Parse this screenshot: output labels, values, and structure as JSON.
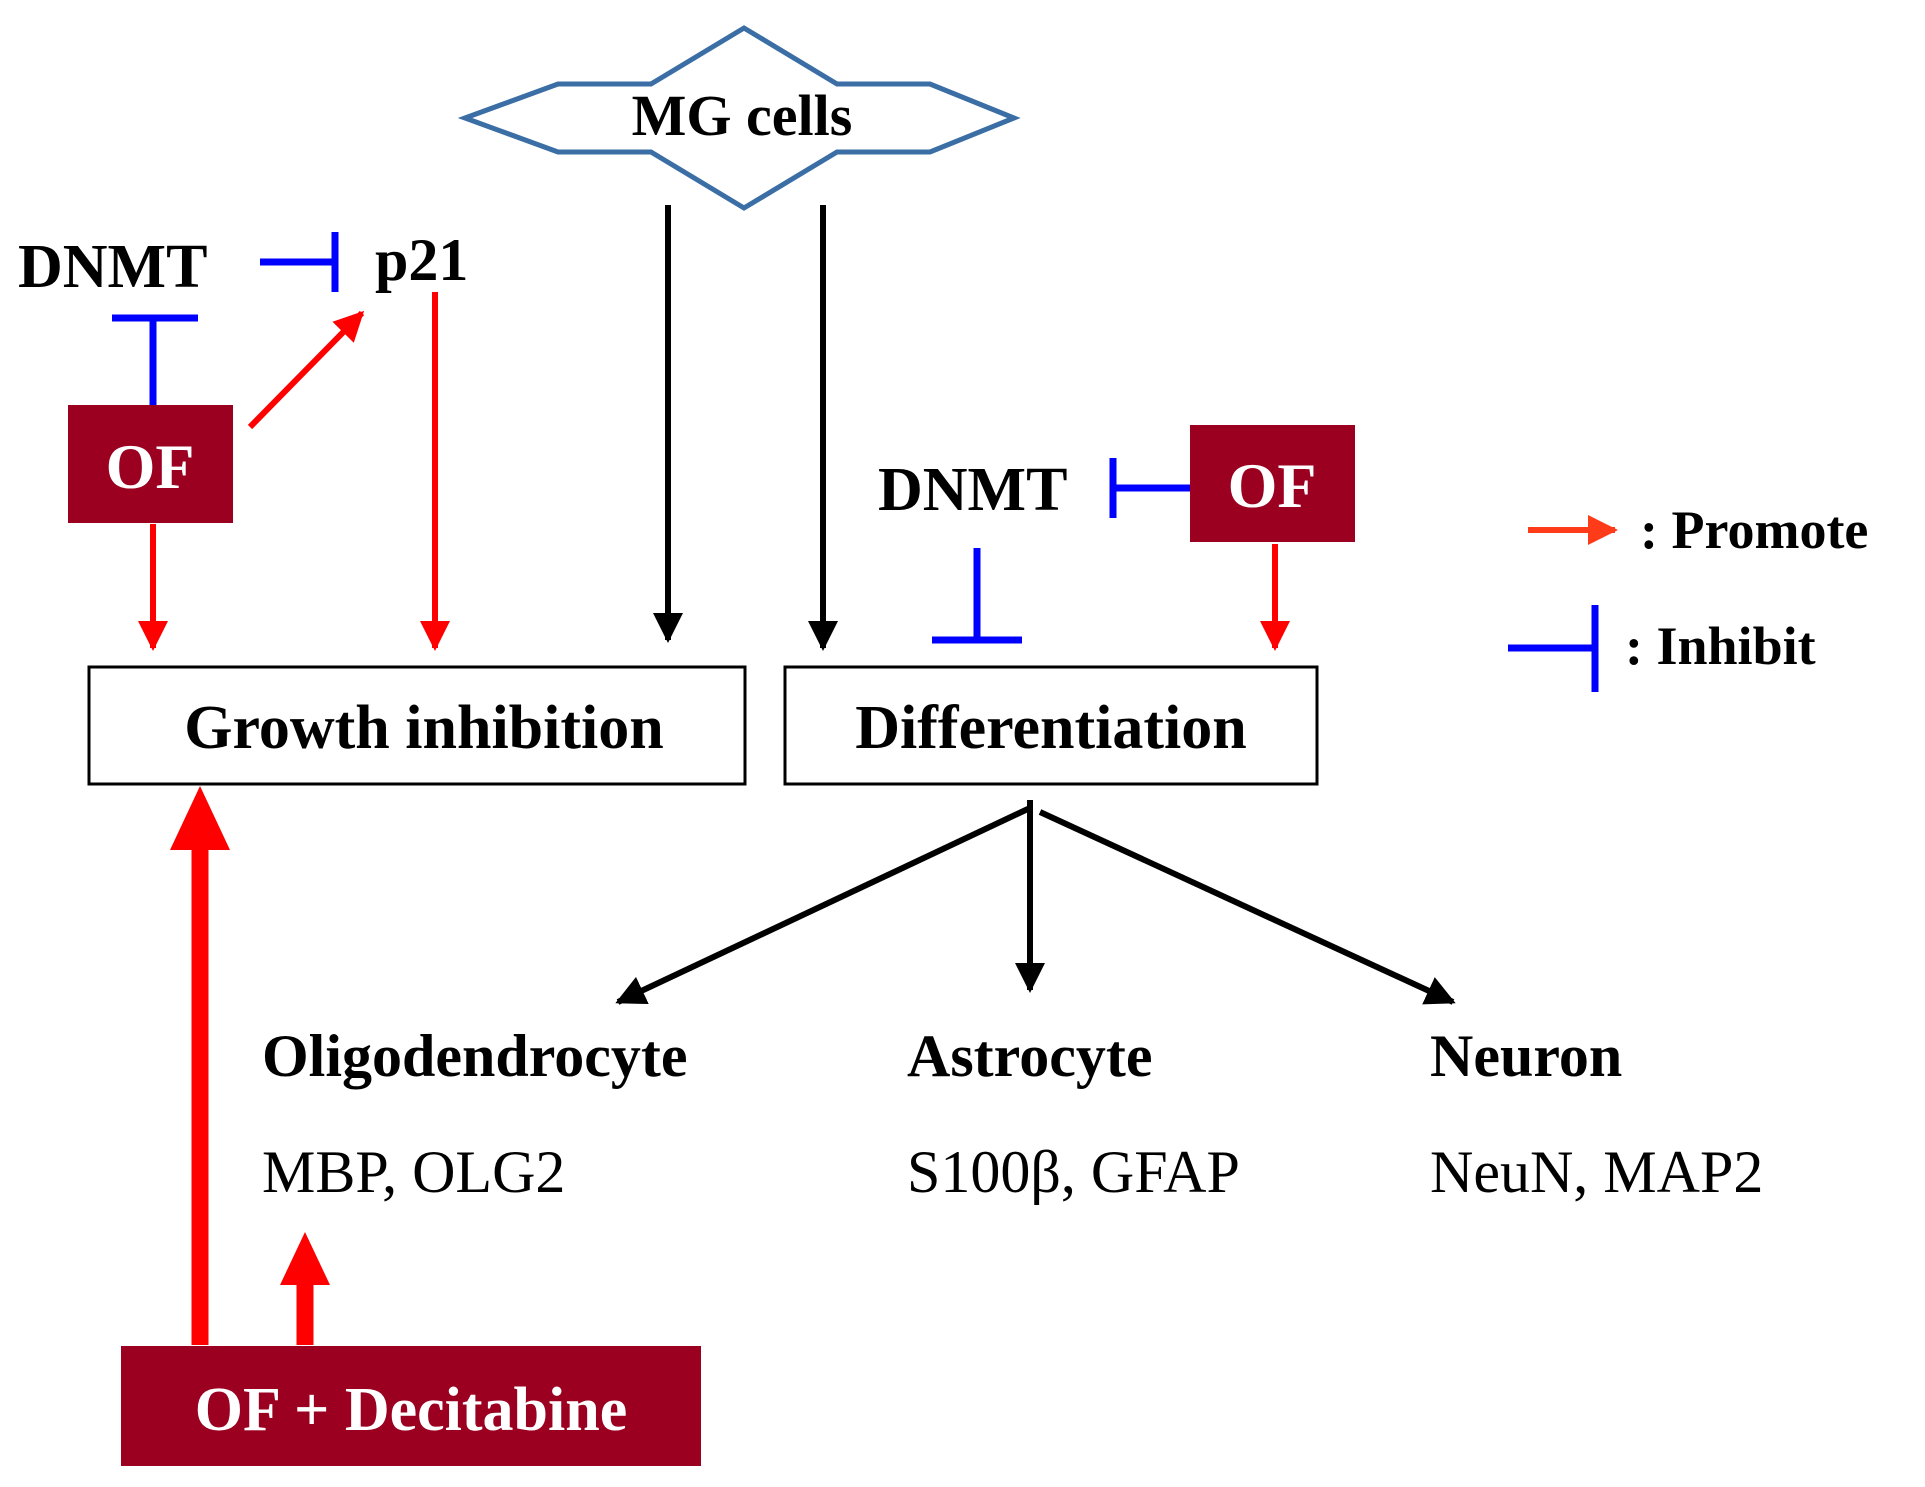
{
  "nodes": {
    "mg_cells": "MG cells",
    "dnmt_left": "DNMT",
    "p21": "p21",
    "of_left": "OF",
    "dnmt_right": "DNMT",
    "of_right": "OF",
    "growth_inhibition": "Growth inhibition",
    "differentiation": "Differentiation",
    "oligodendrocyte": "Oligodendrocyte",
    "oligodendrocyte_markers": "MBP, OLG2",
    "astrocyte": "Astrocyte",
    "astrocyte_markers": "S100β, GFAP",
    "neuron": "Neuron",
    "neuron_markers": "NeuN, MAP2",
    "of_decitabine": "OF + Decitabine"
  },
  "legend": {
    "promote": ": Promote",
    "inhibit": ": Inhibit"
  },
  "colors": {
    "promote": "#ff0000",
    "inhibit": "#0000ff",
    "neutral": "#000000",
    "drug_box": "#9b0020",
    "star_outline": "#3a6ea5"
  }
}
